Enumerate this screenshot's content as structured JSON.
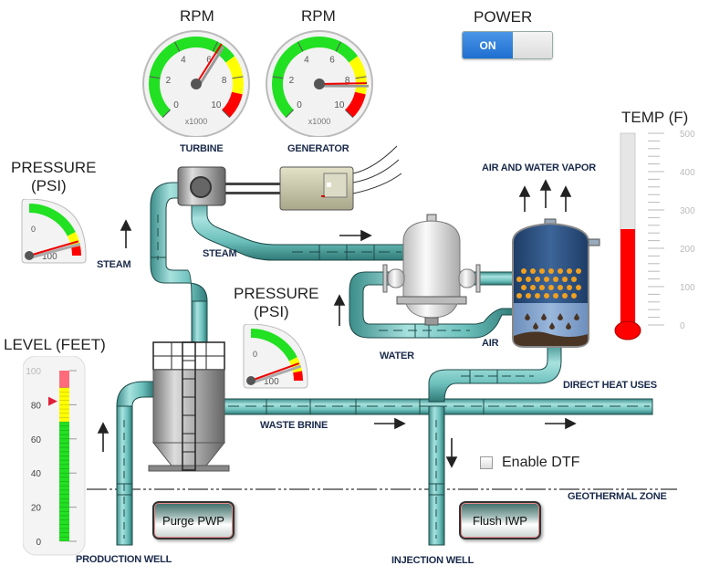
{
  "power": {
    "label": "POWER",
    "state_label": "ON",
    "is_on": true
  },
  "gauges": {
    "turbine": {
      "title": "RPM",
      "caption": "TURBINE",
      "multiplier": "x1000",
      "ticks": [
        "0",
        "2",
        "4",
        "6",
        "8",
        "10"
      ],
      "value": 6.2,
      "max": 10
    },
    "generator": {
      "title": "RPM",
      "caption": "GENERATOR",
      "multiplier": "x1000",
      "ticks": [
        "0",
        "2",
        "4",
        "6",
        "8",
        "10"
      ],
      "value": 8.3,
      "max": 10
    },
    "pressure_steam": {
      "title_line1": "PRESSURE",
      "title_line2": "(PSI)",
      "min_label": "0",
      "max_label": "100",
      "value": 82
    },
    "pressure_brine": {
      "title_line1": "PRESSURE",
      "title_line2": "(PSI)",
      "min_label": "0",
      "max_label": "100",
      "value": 78
    }
  },
  "temperature": {
    "title": "TEMP (F)",
    "ticks": [
      "500",
      "400",
      "300",
      "200",
      "100",
      "0"
    ],
    "value": 250,
    "max": 500,
    "fill_color": "#ff0000"
  },
  "level": {
    "title": "LEVEL (FEET)",
    "ticks": [
      "100",
      "80",
      "60",
      "40",
      "20",
      "0"
    ],
    "value": 82,
    "max": 100
  },
  "labels": {
    "steam_left": "STEAM",
    "steam_mid": "STEAM",
    "air_vapor": "AIR AND WATER VAPOR",
    "water": "WATER",
    "air": "AIR",
    "direct_heat": "DIRECT HEAT USES",
    "waste_brine": "WASTE BRINE",
    "geothermal_zone": "GEOTHERMAL ZONE",
    "production_well": "PRODUCTION WELL",
    "injection_well": "INJECTION WELL"
  },
  "buttons": {
    "purge": "Purge PWP",
    "flush": "Flush IWP"
  },
  "checkbox": {
    "label": "Enable DTF",
    "checked": false
  },
  "colors": {
    "pipe": "#7cc9c6",
    "pipe_dark": "#2f6f6d",
    "green": "#22e022",
    "yellow": "#ffff00",
    "red": "#ff0000",
    "toggle_on": "#2a7ad8"
  }
}
